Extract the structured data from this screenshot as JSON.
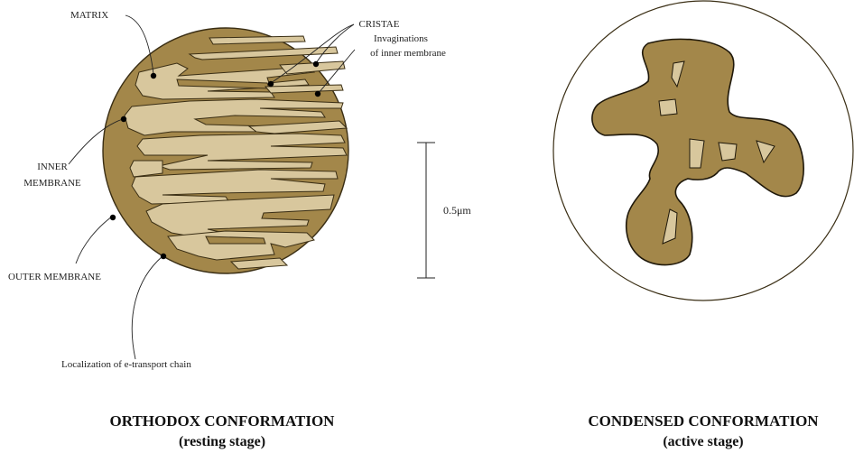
{
  "colors": {
    "matrix_dark": "#a3874a",
    "cristae_light": "#d8c79d",
    "outline": "#3a2e14",
    "ink": "#222222"
  },
  "labels": {
    "matrix": "MATRIX",
    "cristae_line1": "CRISTAE",
    "cristae_line2": "Invaginations",
    "cristae_line3": "of inner membrane",
    "inner_line1": "INNER",
    "inner_line2": "MEMBRANE",
    "outer_membrane": "OUTER MEMBRANE",
    "localization": "Localization of e-transport chain"
  },
  "scale_bar": {
    "label": "0.5μm"
  },
  "panels": {
    "orthodox": {
      "title": "ORTHODOX CONFORMATION",
      "subtitle": "(resting stage)"
    },
    "condensed": {
      "title": "CONDENSED CONFORMATION",
      "subtitle": "(active stage)"
    }
  }
}
